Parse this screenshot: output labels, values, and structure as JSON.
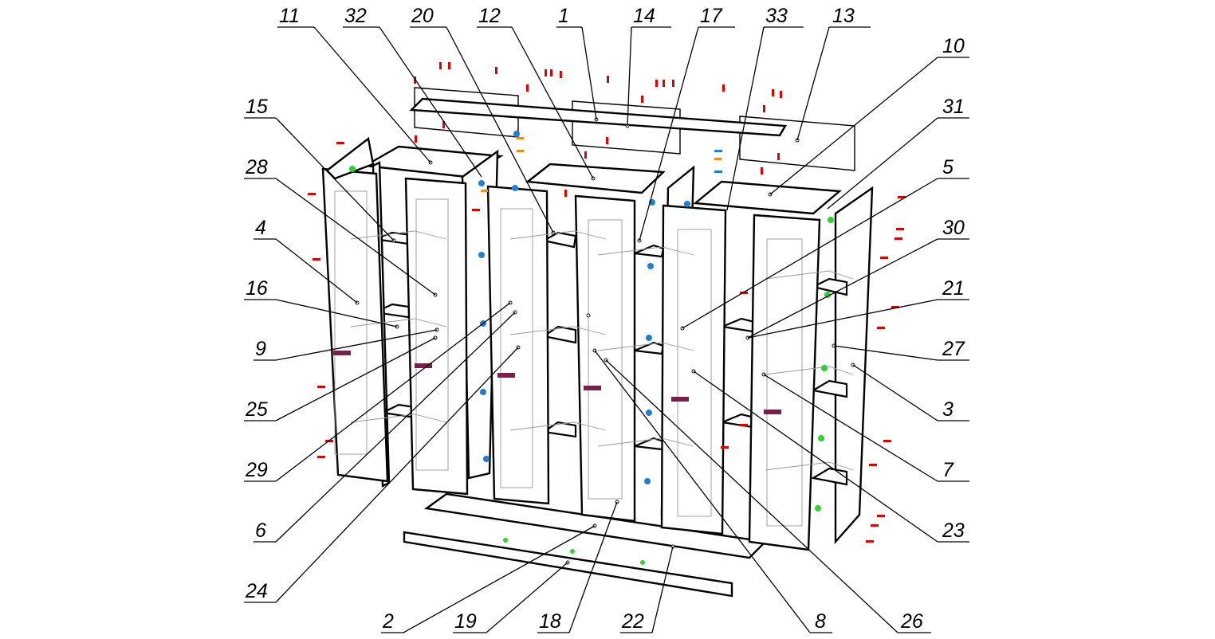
{
  "diagram": {
    "type": "exploded-assembly",
    "callouts": [
      {
        "id": "c11",
        "label": "11"
      },
      {
        "id": "c32",
        "label": "32"
      },
      {
        "id": "c20",
        "label": "20"
      },
      {
        "id": "c12",
        "label": "12"
      },
      {
        "id": "c1",
        "label": "1"
      },
      {
        "id": "c14",
        "label": "14"
      },
      {
        "id": "c17",
        "label": "17"
      },
      {
        "id": "c33",
        "label": "33"
      },
      {
        "id": "c13",
        "label": "13"
      },
      {
        "id": "c10",
        "label": "10"
      },
      {
        "id": "c15",
        "label": "15"
      },
      {
        "id": "c31",
        "label": "31"
      },
      {
        "id": "c28",
        "label": "28"
      },
      {
        "id": "c5",
        "label": "5"
      },
      {
        "id": "c4",
        "label": "4"
      },
      {
        "id": "c30",
        "label": "30"
      },
      {
        "id": "c16",
        "label": "16"
      },
      {
        "id": "c21",
        "label": "21"
      },
      {
        "id": "c9",
        "label": "9"
      },
      {
        "id": "c27",
        "label": "27"
      },
      {
        "id": "c25",
        "label": "25"
      },
      {
        "id": "c3",
        "label": "3"
      },
      {
        "id": "c29",
        "label": "29"
      },
      {
        "id": "c7",
        "label": "7"
      },
      {
        "id": "c6",
        "label": "6"
      },
      {
        "id": "c23",
        "label": "23"
      },
      {
        "id": "c24",
        "label": "24"
      },
      {
        "id": "c2",
        "label": "2"
      },
      {
        "id": "c19",
        "label": "19"
      },
      {
        "id": "c18",
        "label": "18"
      },
      {
        "id": "c22",
        "label": "22"
      },
      {
        "id": "c8",
        "label": "8"
      },
      {
        "id": "c26",
        "label": "26"
      }
    ],
    "colors": {
      "line": "#000000",
      "ghost": "#9a9a9a",
      "fastener_red": "#e00000",
      "fastener_blue": "#1e7fd6",
      "fastener_green": "#2bd52b",
      "fastener_orange": "#f08a1c",
      "handle_purple": "#7a1f4a"
    }
  }
}
